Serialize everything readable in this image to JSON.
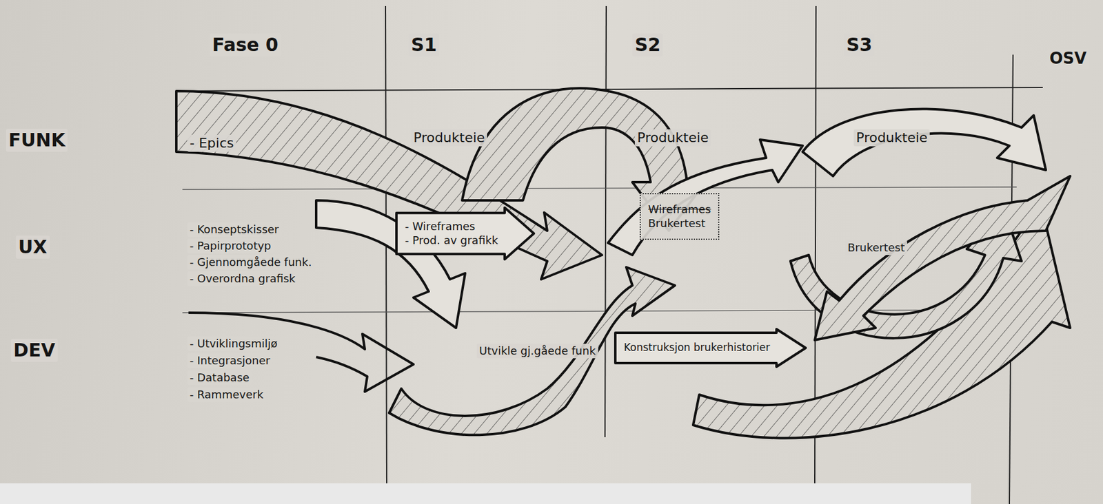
{
  "diagram": {
    "nodes": [
      {
        "text": [
          "- Wireframes",
          "- Prod. av grafikk"
        ]
      },
      {
        "text": [
          "Wireframes",
          "Brukertest"
        ]
      },
      {
        "text": [
          "Konstruksjon brukerhistorier"
        ]
      }
    ],
    "labels": [
      "Fase 0",
      "S1",
      "S2",
      "S3",
      "OSV",
      "FUNK",
      "UX",
      "DEV",
      "- Epics",
      "- Konseptskisser",
      "- Papirprototyp",
      "- Gjennomgåede funk.",
      "- Overordna grafisk",
      "- Utviklingsmiljø",
      "- Integrasjoner",
      "- Database",
      "- Rammeverk",
      "Produkteie",
      "Produkteie",
      "Produkteie",
      "Utvikle gj.gåede funk",
      "Brukertest"
    ]
  }
}
